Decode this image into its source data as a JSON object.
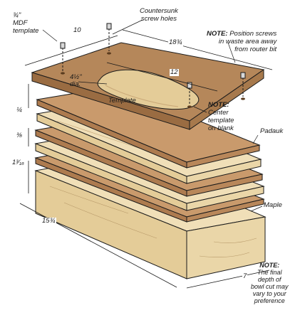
{
  "labels": {
    "mdf_template": [
      "¾\"",
      "MDF",
      "template"
    ],
    "countersunk": [
      "Countersunk",
      "screw holes"
    ],
    "template": "Template",
    "padauk": "Padauk",
    "maple": "Maple"
  },
  "dimensions": {
    "template_width": "10",
    "template_length": "18¾",
    "slot_length": "12",
    "hole_dia": [
      "4½\"",
      "dia."
    ],
    "quarter": "¼",
    "three_eighths": "⅜",
    "one_three_sixteenths": "1³⁄₁₆",
    "blank_length": "15¾",
    "blank_width": "7"
  },
  "notes": {
    "screws": {
      "label": "NOTE:",
      "lines": [
        "Position screws",
        "in waste area away",
        "from router bit"
      ]
    },
    "center": {
      "label": "NOTE:",
      "lines": [
        "Center",
        "template",
        "on blank"
      ]
    },
    "depth": {
      "label": "NOTE:",
      "lines": [
        "The final",
        "depth of",
        "bowl cut may",
        "vary to your",
        "preference"
      ]
    }
  },
  "colors": {
    "template_top": "#b5875a",
    "template_side": "#9a6c42",
    "maple_top": "#f0dfb8",
    "maple_side": "#e4cc98",
    "padauk_top": "#c99a6c",
    "padauk_side": "#ad7b4f",
    "line": "#1a1a1a"
  }
}
